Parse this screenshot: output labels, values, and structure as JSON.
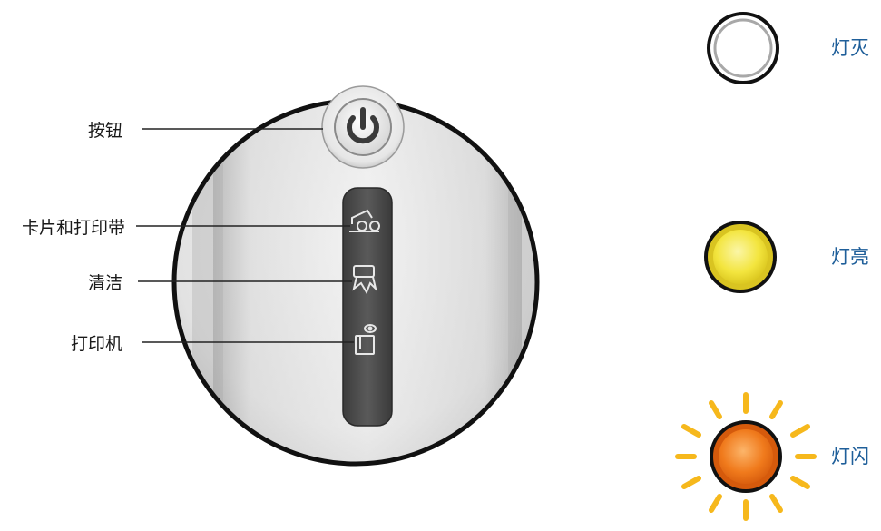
{
  "callouts": [
    {
      "id": "button",
      "label": "按钮"
    },
    {
      "id": "card-ribbon",
      "label": "卡片和打印带"
    },
    {
      "id": "clean",
      "label": "清洁"
    },
    {
      "id": "printer",
      "label": "打印机"
    }
  ],
  "legend": [
    {
      "id": "off",
      "label": "灯灭",
      "color": "#ffffff"
    },
    {
      "id": "on",
      "label": "灯亮",
      "color": "#f2e13a"
    },
    {
      "id": "blink",
      "label": "灯闪",
      "color": "#f07a1c"
    }
  ],
  "colors": {
    "legend_text": "#1f5f9a",
    "ring": "#111111",
    "panel_strip": "#4a4a4a",
    "ray": "#f6b81c"
  },
  "icons": {
    "power": "power-icon",
    "card_ribbon": "card-ribbon-icon",
    "clean": "cleaning-icon",
    "printer": "printer-icon"
  }
}
